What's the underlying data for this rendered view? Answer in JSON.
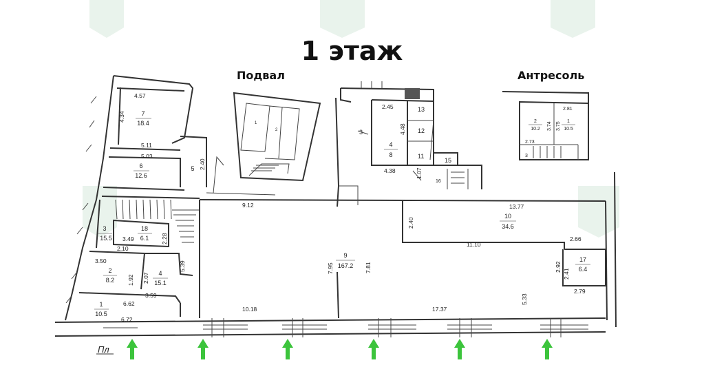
{
  "titles": {
    "main": "1 этаж",
    "basement": "Подвал",
    "mezzanine": "Антресоль"
  },
  "entrance_label": "Пл",
  "arrow_color": "#3cc43c",
  "rooms": [
    {
      "num": "7",
      "area": "18.4"
    },
    {
      "num": "6",
      "area": "12.6"
    },
    {
      "num": "5",
      "area": ""
    },
    {
      "num": "3",
      "area": "15.5"
    },
    {
      "num": "18",
      "area": "6.1"
    },
    {
      "num": "2",
      "area": "8.2"
    },
    {
      "num": "4",
      "area": "15.1"
    },
    {
      "num": "1",
      "area": "10.5"
    },
    {
      "num": "9",
      "area": "167.2"
    },
    {
      "num": "10",
      "area": "34.6"
    },
    {
      "num": "17",
      "area": "6.4"
    },
    {
      "num": "13",
      "area": ""
    },
    {
      "num": "12",
      "area": ""
    },
    {
      "num": "11",
      "area": ""
    },
    {
      "num": "15",
      "area": ""
    },
    {
      "num": "16",
      "area": ""
    },
    {
      "num": "4",
      "area": "8"
    },
    {
      "num": "3",
      "area": ""
    },
    {
      "num": "2",
      "area": "10.2"
    },
    {
      "num": "1",
      "area": "10.5"
    },
    {
      "num": "3",
      "area": ""
    }
  ],
  "dimensions": [
    "4.57",
    "4.34",
    "5.11",
    "5.03",
    "2.40",
    "3.49",
    "2.10",
    "2.28",
    "3.50",
    "2.07",
    "5.39",
    "1.92",
    "3.59",
    "6.62",
    "6.72",
    "9.12",
    "7.95",
    "7.81",
    "10.18",
    "17.37",
    "2.45",
    "4.48",
    "4.38",
    "1.07",
    "13.77",
    "2.40",
    "11.10",
    "2.66",
    "2.92",
    "2.41",
    "2.79",
    "5.33",
    "2.81",
    "3.74",
    "3.75",
    "2.73"
  ]
}
